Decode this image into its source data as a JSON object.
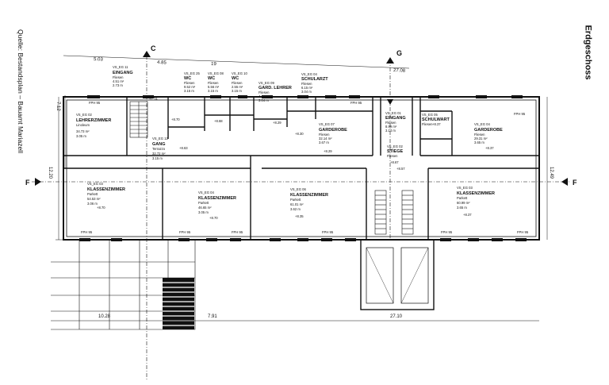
{
  "title": "Erdgeschoss",
  "source": "Quelle: Bestandsplan – Bauamt Mariazell",
  "section_marks": {
    "c": "C",
    "g": "G",
    "f": "F"
  },
  "dimensions": [
    "5.03",
    "4.85",
    "19",
    "27.08",
    "7.12",
    "12.20",
    "12.49",
    "10.28",
    "7.91",
    "27.10"
  ],
  "rooms": [
    {
      "id": "VS_EG 11",
      "name": "EINGANG",
      "floor": "Fliesen",
      "area": "4.51 m²",
      "height": "2.73 m"
    },
    {
      "id": "VS_EG 02",
      "name": "LEHRERZIMMER",
      "floor": "Linoleum",
      "area": "34.73 m²",
      "height": "3.05 m"
    },
    {
      "id": "VS_EG 12",
      "name": "GANG",
      "floor": "Terrazzo",
      "area": "32.72 m²",
      "height": "3.15 m"
    },
    {
      "id": "VS_EG 25",
      "name": "WC",
      "floor": "Fliesen",
      "area": "9.52 m²",
      "height": "3.15 m"
    },
    {
      "id": "VS_EG 08",
      "name": "WC",
      "floor": "Fliesen",
      "area": "5.56 m²",
      "height": "3.15 m"
    },
    {
      "id": "VS_EG 10",
      "name": "WC",
      "floor": "Fliesen",
      "area": "2.55 m²",
      "height": "3.15 m"
    },
    {
      "id": "VS_EG 09",
      "name": "GARD. LEHRER",
      "floor": "Fliesen",
      "area": "4.44 m²",
      "height": "3.04 m"
    },
    {
      "id": "VS_EG 04",
      "name": "SCHULARZT",
      "floor": "Fliesen",
      "area": "6.15 m²",
      "height": "3.04 m"
    },
    {
      "id": "VS_EG 07",
      "name": "GARDEROBE",
      "floor": "Fliesen",
      "area": "32.14 m²",
      "height": "3.67 m"
    },
    {
      "id": "VS_EG 01",
      "name": "EINGANG",
      "floor": "Fliesen",
      "area": "8.99 m²",
      "height": "3.14 m"
    },
    {
      "id": "VS_EG 02",
      "name": "STIEGE",
      "floor": "Fliesen",
      "area": "",
      "height": ""
    },
    {
      "id": "VS_EG 05",
      "name": "SCHULWART",
      "floor": "Fliesen",
      "area": "",
      "height": ""
    },
    {
      "id": "VS_EG 04",
      "name": "GARDEROBE",
      "floor": "Fliesen",
      "area": "29.31 m²",
      "height": "3.65 m"
    },
    {
      "id": "VS_EG 03",
      "name": "KLASSENZIMMER",
      "floor": "Parkett",
      "area": "54.53 m²",
      "height": "3.06 m"
    },
    {
      "id": "VS_EG 04",
      "name": "KLASSENZIMMER",
      "floor": "Parkett",
      "area": "46.65 m²",
      "height": "3.05 m"
    },
    {
      "id": "VS_EG 06",
      "name": "KLASSENZIMMER",
      "floor": "Parkett",
      "area": "61.01 m²",
      "height": "3.62 m"
    },
    {
      "id": "VS_EG 03",
      "name": "KLASSENZIMMER",
      "floor": "Parkett",
      "area": "60.99 m²",
      "height": "3.65 m"
    }
  ],
  "levels": [
    "+7.74",
    "+8.70",
    "+8.63",
    "+8.68",
    "+8.29",
    "+8.29",
    "+8.30",
    "+8.37",
    "+8.57",
    "+8.37",
    "+8.70",
    "+8.70",
    "+8.35",
    "+8.37",
    "+8.67"
  ],
  "window_label": "FPH 95"
}
